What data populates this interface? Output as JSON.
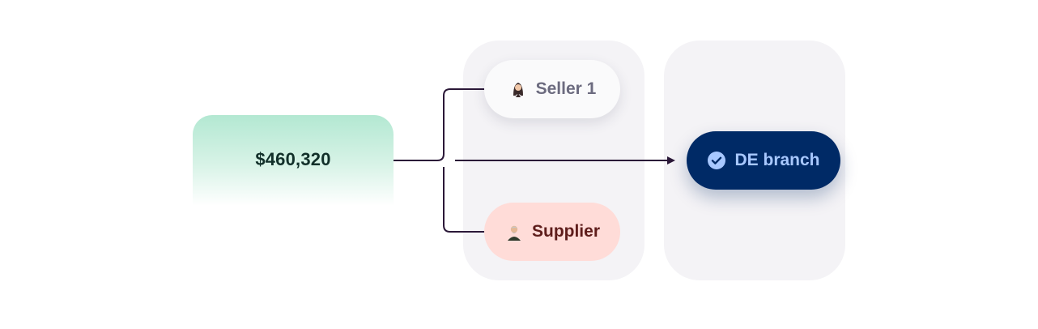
{
  "amount": {
    "label": "$460,320"
  },
  "nodes": {
    "seller": {
      "label": "Seller 1",
      "icon": "woman-avatar-icon"
    },
    "supplier": {
      "label": "Supplier",
      "icon": "man-avatar-icon"
    },
    "branch": {
      "label": "DE branch",
      "icon": "check-circle-icon"
    }
  },
  "colors": {
    "amount_gradient_top": "#b3e8d2",
    "panel_bg": "#f4f3f6",
    "seller_bg": "#fafafb",
    "seller_text": "#6c6b7f",
    "supplier_bg": "#ffdcd8",
    "supplier_text": "#5e1d1b",
    "branch_bg": "#002a66",
    "branch_text": "#a8c8ff",
    "connector": "#2b1838"
  }
}
